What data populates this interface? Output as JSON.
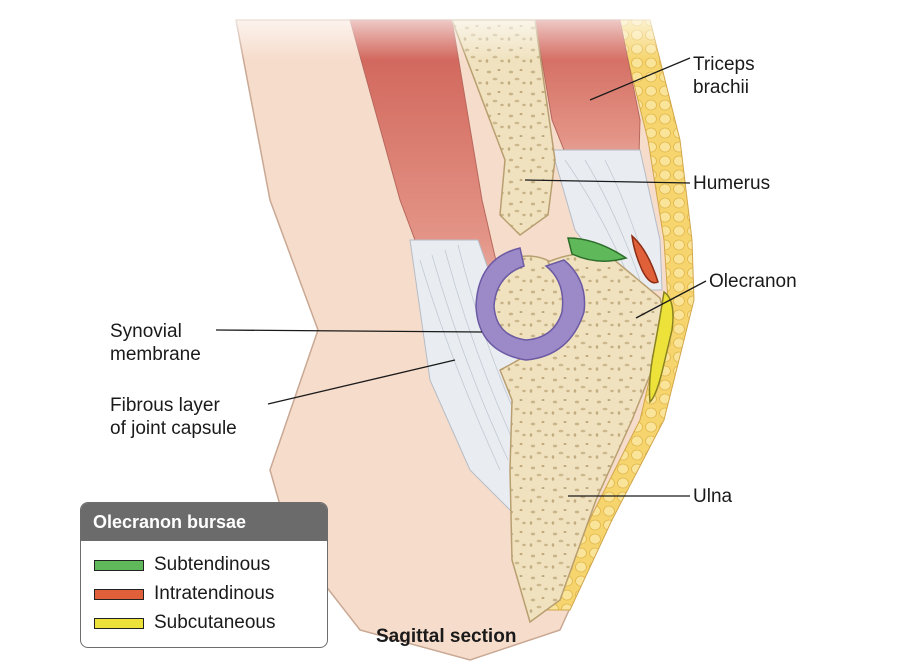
{
  "labels": {
    "triceps": [
      "Triceps",
      "brachii"
    ],
    "humerus": "Humerus",
    "olecranon": "Olecranon",
    "synovial": [
      "Synovial",
      "membrane"
    ],
    "fibrous": [
      "Fibrous layer",
      "of joint capsule"
    ],
    "ulna": "Ulna"
  },
  "legend": {
    "title": "Olecranon bursae",
    "items": [
      {
        "label": "Subtendinous",
        "color": "#5fb85a"
      },
      {
        "label": "Intratendinous",
        "color": "#e0603a"
      },
      {
        "label": "Subcutaneous",
        "color": "#ece23a"
      }
    ]
  },
  "caption": "Sagittal section",
  "colors": {
    "skin": "#f6dccb",
    "muscle": "#d9786a",
    "bone": "#f0e2bf",
    "tendon": "#e8ecf1",
    "fat": "#f7dd7e",
    "synovial": "#9c8ac8"
  }
}
